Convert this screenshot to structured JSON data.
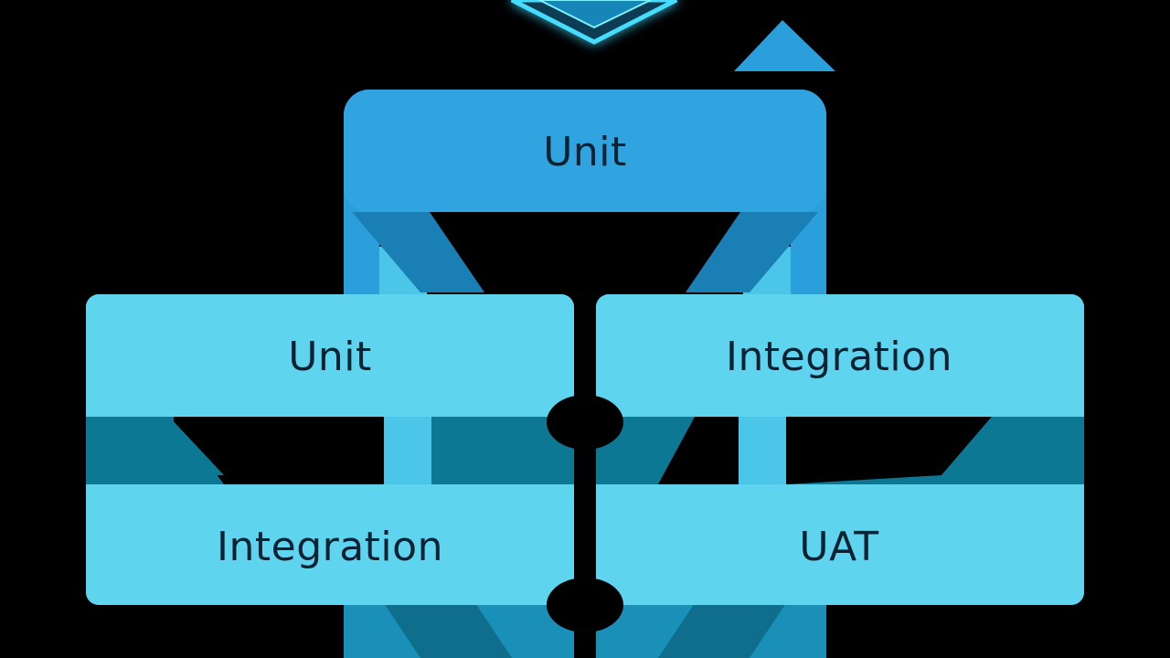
{
  "diagram": {
    "top_block": {
      "label": "Unit"
    },
    "left_block": {
      "upper_label": "Unit",
      "lower_label": "Integration"
    },
    "right_block": {
      "upper_label": "Integration",
      "lower_label": "UAT"
    }
  },
  "colors": {
    "background": "#000000",
    "top_panel": "#2a9fdc",
    "light_panel": "#5fd4ef",
    "dark_band": "#0c7894",
    "text": "#0c2233",
    "glow": "#39d1ff"
  },
  "icons": {
    "top_emblem": "glowing-chip-icon",
    "top_arrow": "triangle-arrow-icon"
  }
}
